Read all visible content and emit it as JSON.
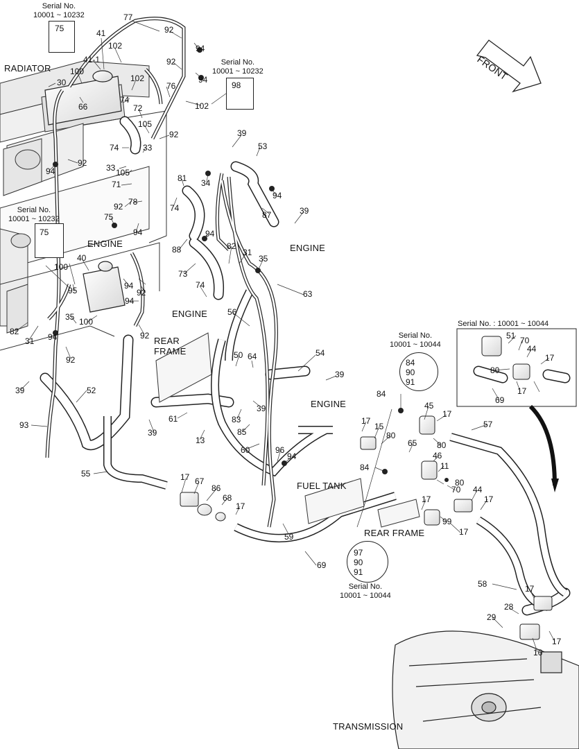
{
  "sections": {
    "radiator": "RADIATOR",
    "engine": "ENGINE",
    "rear_frame": "REAR\nFRAME",
    "rear_frame_2": "REAR FRAME",
    "fuel_tank": "FUEL TANK",
    "transmission": "TRANSMISSION",
    "front": "FRONT"
  },
  "serial_notes": {
    "s10232_label": "Serial No.\n10001 ~ 10232",
    "s10044_label": "Serial No.\n10001 ~ 10044",
    "inset_label": "Serial No. : 10001 ~ 10044",
    "box75_a": "75",
    "box98": "98",
    "box75_b": "75",
    "group_84": [
      "84",
      "90",
      "91"
    ],
    "group_97": [
      "97",
      "90",
      "91"
    ]
  },
  "callouts": {
    "c1": "75",
    "c2": "41",
    "c3": "41-1",
    "c4": "77",
    "c5": "92",
    "c6": "94",
    "c7": "102",
    "c8": "92",
    "c9": "94",
    "c10": "100",
    "c11": "30",
    "c12": "66",
    "c13": "102",
    "c14": "76",
    "c15": "74",
    "c16": "72",
    "c17": "102",
    "c18": "105",
    "c19": "92",
    "c20": "74",
    "c21": "33",
    "c22": "33",
    "c23": "105",
    "c24": "94",
    "c25": "92",
    "c26": "71",
    "c27": "81",
    "c28": "34",
    "c29": "74",
    "c30": "39",
    "c31": "53",
    "c32": "94",
    "c33": "87",
    "c34": "39",
    "c35": "92",
    "c36": "78",
    "c37": "75",
    "c38": "94",
    "c39": "88",
    "c40": "94",
    "c41": "82",
    "c42": "31",
    "c43": "35",
    "c44": "73",
    "c45": "100",
    "c46": "40",
    "c47": "95",
    "c48": "94",
    "c49": "92",
    "c50": "94",
    "c51": "74",
    "c52": "63",
    "c53": "56",
    "c54": "100",
    "c55": "35",
    "c56": "92",
    "c57": "82",
    "c58": "31",
    "c59": "94",
    "c60": "92",
    "c61": "39",
    "c62": "52",
    "c63": "50",
    "c64": "64",
    "c65": "54",
    "c66": "39",
    "c67": "39",
    "c68": "61",
    "c69": "83",
    "c70": "39",
    "c71": "13",
    "c72": "85",
    "c73": "93",
    "c74": "60",
    "c75": "96",
    "c76": "94",
    "c77": "55",
    "c78": "17",
    "c79": "67",
    "c80": "86",
    "c81": "68",
    "c82": "17",
    "c83": "59",
    "c84": "69",
    "c85": "84",
    "c86": "17",
    "c87": "15",
    "c88": "80",
    "c89": "65",
    "c90": "84",
    "c91": "45",
    "c92": "17",
    "c93": "80",
    "c94": "46",
    "c95": "11",
    "c96": "70",
    "c97": "80",
    "c98": "17",
    "c99": "99",
    "c100": "44",
    "c101": "17",
    "c102": "17",
    "c103": "57",
    "c104": "58",
    "c105": "17",
    "c106": "28",
    "c107": "29",
    "c108": "16",
    "c109": "17",
    "c110": "51",
    "c111": "70",
    "c112": "44",
    "c113": "17",
    "c114": "80",
    "c115": "17",
    "c116": "69"
  }
}
